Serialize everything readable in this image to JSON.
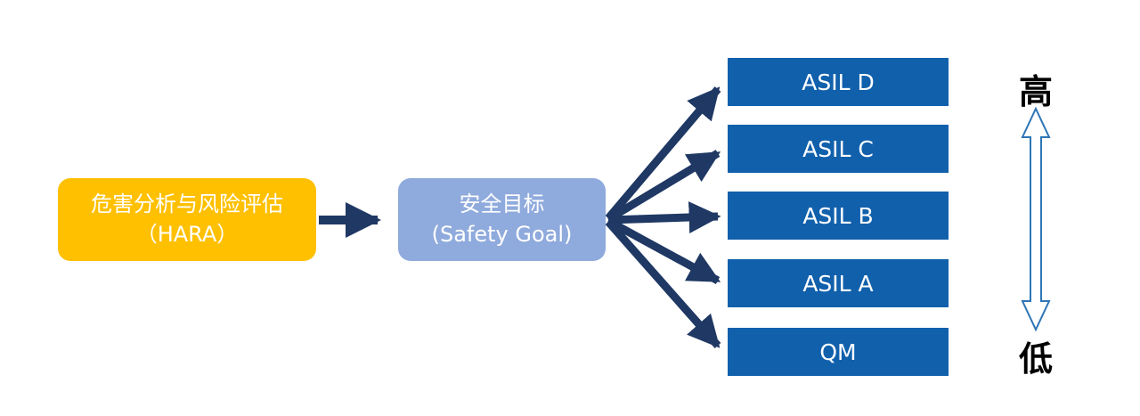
{
  "diagram": {
    "hara_box": {
      "line1": "危害分析与风险评估",
      "line2": "（HARA）"
    },
    "safety_goal_box": {
      "line1": "安全目标",
      "line2": "(Safety Goal)"
    },
    "asil_levels": [
      {
        "label": "ASIL D"
      },
      {
        "label": "ASIL C"
      },
      {
        "label": "ASIL B"
      },
      {
        "label": "ASIL A"
      },
      {
        "label": "QM"
      }
    ],
    "scale": {
      "high_label": "高",
      "low_label": "低"
    },
    "colors": {
      "hara_box_fill": "#FFC000",
      "safety_goal_box_fill": "#8FAADC",
      "asil_box_fill": "#1160AC",
      "flow_arrow": "#1F3864",
      "scale_arrow_outline": "#2E75B6",
      "box_text": "#FFFFFF",
      "scale_text": "#000000"
    }
  }
}
